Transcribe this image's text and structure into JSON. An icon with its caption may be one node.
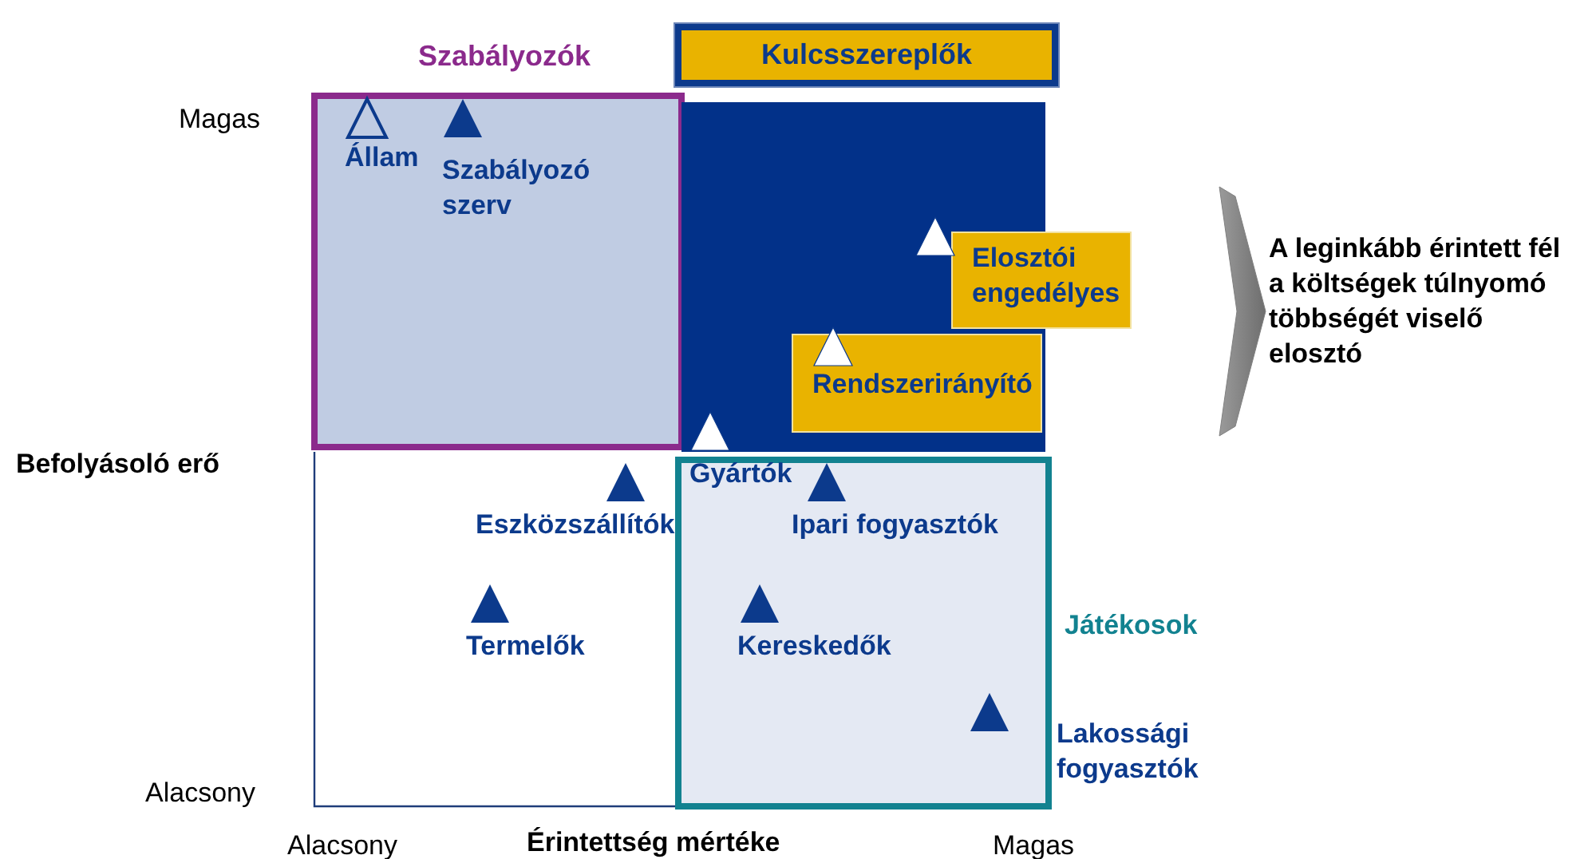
{
  "diagram": {
    "nodes": [
      {
        "text": [
          "Szabályozók"
        ]
      },
      {
        "text": [
          "Kulcsszereplők"
        ]
      },
      {
        "text": [],
        "shape": "box"
      },
      {
        "text": [
          "Játékosok"
        ]
      },
      {
        "text": [
          "Elosztói engedélyes"
        ]
      },
      {
        "text": [
          "Rendszerirányító"
        ],
        "in": 2
      },
      {
        "text": [
          "A leginkább érintett fél a költségek túlnyomó többségét viselő elosztó"
        ]
      }
    ],
    "edges": [
      {
        "from": null,
        "to": 6,
        "arrow": "to",
        "color": "#808080",
        "style": "thick"
      }
    ],
    "labels": [
      "Magas",
      "Állam",
      "Szabályozó szerv",
      "Befolyásoló erő",
      "Gyártók",
      "Eszközszállítók",
      "Ipari fogyasztók",
      "Termelők",
      "Kereskedők",
      "Lakossági fogyasztók",
      "Alacsony",
      "Alacsony",
      "Érintettség mértéke",
      "Magas"
    ]
  }
}
